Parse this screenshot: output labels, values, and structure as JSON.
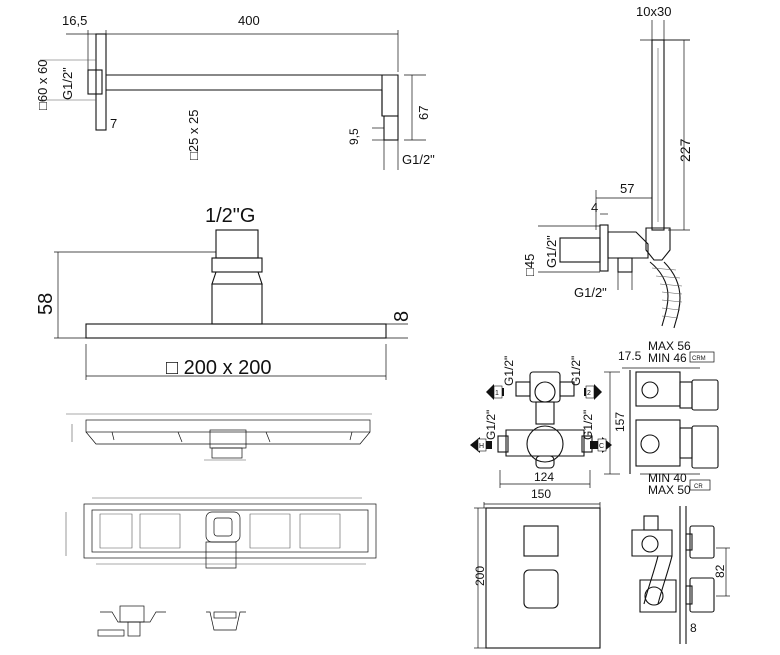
{
  "arm": {
    "dim_wall": "16,5",
    "dim_length": "400",
    "dim_flange": "60 x 60",
    "dim_thread": "G1/2\"",
    "dim_tube": "25 x 25",
    "dim_plate": "7",
    "dim_drop": "67",
    "dim_nozzle": "9,5",
    "dim_outlet": "G1/2\""
  },
  "handshower": {
    "dim_handle": "10x30",
    "dim_height": "227",
    "dim_reach": "57",
    "dim_offset": "4",
    "dim_flange": "45",
    "dim_thread_side": "G1/2\"",
    "dim_thread_bottom": "G1/2\""
  },
  "head": {
    "dim_connection": "1/2\"G",
    "dim_height": "58",
    "dim_thickness": "8",
    "dim_size": "200 x 200"
  },
  "valve": {
    "port_tl": "G1/2\"",
    "port_tr": "G1/2\"",
    "port_bl": "G1/2\"",
    "port_br": "G1/2\"",
    "mark_1": "1",
    "mark_2": "2",
    "mark_h": "H",
    "mark_c": "C",
    "dim_width": "124",
    "dim_depth_offset": "17.5",
    "dim_max_top": "MAX 56",
    "dim_min_top": "MIN 46",
    "tag_top": "CRM",
    "dim_height": "157",
    "dim_min_bottom": "MIN 40",
    "dim_max_bottom": "MAX 50",
    "tag_bottom": "CR"
  },
  "plate": {
    "dim_width": "150",
    "dim_height": "200",
    "dim_side": "82",
    "dim_thickness": "8"
  }
}
